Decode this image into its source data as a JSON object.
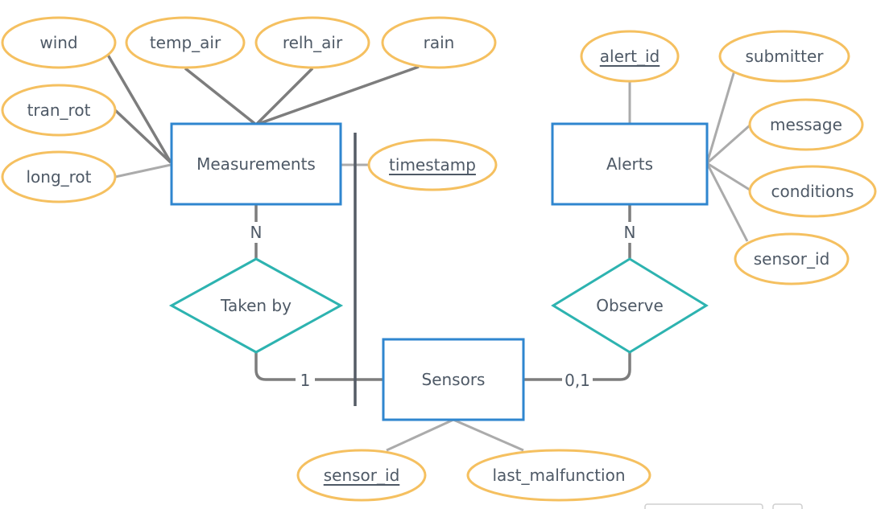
{
  "entities": {
    "measurements": "Measurements",
    "alerts": "Alerts",
    "sensors": "Sensors"
  },
  "relationships": {
    "taken_by": "Taken by",
    "observe": "Observe"
  },
  "attributes": {
    "wind": "wind",
    "temp_air": "temp_air",
    "relh_air": "relh_air",
    "rain": "rain",
    "tran_rot": "tran_rot",
    "long_rot": "long_rot",
    "timestamp": "timestamp",
    "alert_id": "alert_id",
    "submitter": "submitter",
    "message": "message",
    "conditions": "conditions",
    "alert_sensor_id": "sensor_id",
    "sensor_id": "sensor_id",
    "last_malfunction": "last_malfunction"
  },
  "cardinalities": {
    "measurements_taken_by": "N",
    "taken_by_sensors": "1",
    "alerts_observe": "N",
    "observe_sensors": "0,1"
  },
  "colors": {
    "attribute_border": "#f5c060",
    "entity_border": "#2f86cf",
    "relationship_border": "#2db3b0",
    "text": "#4e5966"
  }
}
